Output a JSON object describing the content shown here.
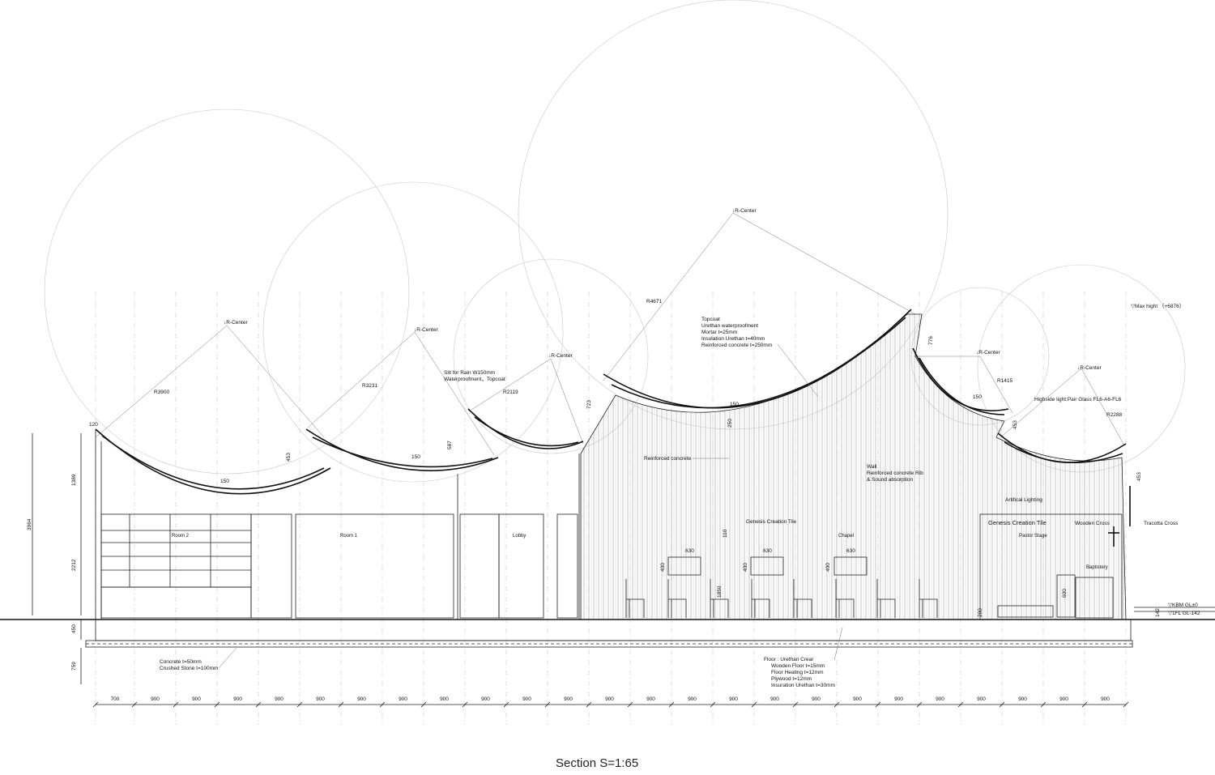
{
  "title": "Section S=1:65",
  "levels": {
    "max_height": "▽Max hight （+6876）",
    "kbm": "▽KBM GL±0",
    "fl1": "▽1FL GL-142"
  },
  "rooms": {
    "room2": "Room 2",
    "room1": "Room 1",
    "lobby": "Lobby",
    "chapel": "Chapel",
    "pastor": "Pastor Stage",
    "baptistery": "Baptistery"
  },
  "arcs": {
    "r3900": "R3900",
    "r3231": "R3231",
    "r2119": "R2119",
    "r4671": "R4671",
    "r1415": "R1415",
    "r2288": "R2288",
    "center": "↓R-Center"
  },
  "notes": {
    "slit1": "Slit for Rain W150mm",
    "slit2": "Waterproofment，Topcoat",
    "roof1": "Topcoat",
    "roof2": "Urethan waterproofment",
    "roof3": "Mortar t=25mm",
    "roof4": "Insulation Urethan t=40mm",
    "roof5": "Reinforced concrete t=250mm",
    "rc": "Reinforced concrete",
    "wall1": "Wall",
    "wall2": "Reinforced concrete Rib",
    "wall3": "& Sound absorption",
    "highside": "Highside light:Pair Glass FL6-A6-FL6",
    "lighting": "Artifical Lighting",
    "tile_small": "Genesis Creation Tile",
    "tile_big": "Genesis Creation Tile",
    "wooden_cross": "Wooden Cross",
    "terracotta": "Tracotta Cross",
    "base1": "Concrete t=50mm",
    "base2": "Crushed Stone t=100mm",
    "floor1": "Floor : Urethan Crear",
    "floor2": "Wooden Floor t=15mm",
    "floor3": "Floor Heating t=12mm",
    "floor4": "Plywood t=12mm",
    "floor5": "Insuration Urethan t=30mm"
  },
  "dims": {
    "d120": "120",
    "d150a": "150",
    "d150b": "150",
    "d150c": "150",
    "d150d": "150",
    "d453a": "453",
    "d453b": "453",
    "d453c": "453",
    "d587": "587",
    "d723": "723",
    "d776": "776",
    "d250": "250",
    "d1389": "1389",
    "d3964": "3964",
    "d2212": "2212",
    "d450": "450",
    "d759": "759",
    "d630a": "630",
    "d630b": "630",
    "d630c": "630",
    "d400a": "400",
    "d400b": "400",
    "d400c": "400",
    "d110": "110",
    "d1850": "1850",
    "d200": "200",
    "d600": "600",
    "d142": "142"
  },
  "bottom_dims": [
    "700",
    "900",
    "900",
    "900",
    "900",
    "900",
    "900",
    "900",
    "900",
    "900",
    "900",
    "900",
    "900",
    "900",
    "900",
    "900",
    "900",
    "900",
    "900",
    "900",
    "900",
    "900",
    "900",
    "900",
    "900"
  ]
}
